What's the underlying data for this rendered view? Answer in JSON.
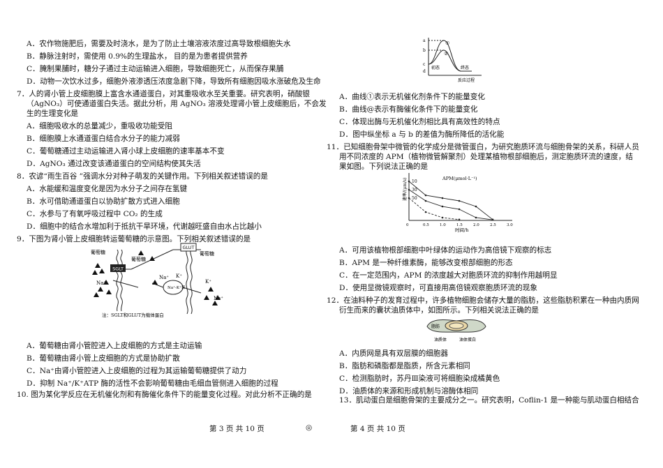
{
  "left": {
    "q6_options": [
      "A．农作物施肥后，需要及时浇水，是为了防止土壤溶液浓度过高导致根细胞失水",
      "B．静脉注射时，需使用 0.9%的生理盐水， 目的是为患者提供营养",
      "C．腌制果脯时，糖分子通过主动运输进入细胞，导致细胞死亡，从而保存果脯",
      "D．动物一次饮水过多，细胞外液渗透压浓度急剧下降，导致所有细胞因吸水涨破危及生命"
    ],
    "q7_stem": [
      "7．人的肾小管上皮细胞膜上富含水通道蛋白，对其重吸收水至关重要。研究表明，硝酸银",
      "（AgNO₃）可使通道蛋白失活。据此分析，用 AgNO₃ 溶液处理肾小管上皮细胞后，不会发",
      "生的生理变化是"
    ],
    "q7_options": [
      "A．细胞吸收水的总量减少，重吸收功能受阻",
      "B．细胞膜上水通道蛋白结合水分子的能力减弱",
      "C．葡萄糖通过主动运输进入肾小球上皮细胞的速率基本不变",
      "D．AgNO₃ 通过改变该通道蛋白的空间结构使其失活"
    ],
    "q8_stem": "8．农谚“雨生百谷 ”强调水分对种子萌发的关键作用。下列相关叙述错误的是",
    "q8_options": [
      "A．水能缓和温度变化是因为水分子之间存在氢键",
      "B．水可借助通道蛋白以协助扩散方式进入细胞",
      "C．水参与了有氧呼吸过程中 CO₂ 的生成",
      "D．细胞中的结合水增加利于抵抗干旱环境，代谢越旺盛自由水占比越小"
    ],
    "q9_stem": "9．下图为肾小管上皮细胞转运葡萄糖的示意图。下列相关叙述错误的是",
    "q9_figure": {
      "glucose_left": "葡萄糖",
      "glucose_mid": "葡萄糖",
      "glucose_right": "葡萄糖",
      "sglt": "SGLT",
      "glut": "GLUT",
      "na": "Na⁺",
      "k": "K⁺",
      "pump": "Na⁺-K⁺泵",
      "note": "注：SGLT和GLUT为载体蛋白"
    },
    "q9_options": [
      "A．葡萄糖由肾小管腔进入上皮细胞的方式是主动运输",
      "B．葡萄糖由肾小管上皮细胞的方式是协助扩散",
      "C．Na⁺由肾小管腔进入上皮细胞的过程为其运输葡萄糖提供了动力",
      "D．抑制 Na⁺/K⁺ATP 酶的活性不会影响葡萄糖由毛细血管侧进入细胞的过程"
    ],
    "q10_stem": "10. 图为某化学反应在无机催化剂和有酶催化条件下的能量变化过程。对此分析不正确的是"
  },
  "right": {
    "q10_figure": {
      "ylabel": "能量",
      "curve1": "①",
      "curve2": "②",
      "a": "a",
      "b": "b",
      "c": "c",
      "d": "d",
      "initial": "初态",
      "final": "终态",
      "xlabel": "反应过程"
    },
    "q10_options": [
      "A．曲线①表示无机催化剂条件下的能量变化",
      "B．曲线@表示有酶催化条件下的能量变化",
      "C．体现出酶与无机催化剂相比具有高效性的特点",
      "D．图中纵坐标 a 与 b 的差值为酶所降低的活化能"
    ],
    "q11_stem": [
      "11．已知细胞骨架中微管的化学成分是微管蛋白，为研究胞质环流与细胞骨架的关系，科研人员",
      "用不同浓度的 APM（植物微管解聚剂）处理某植物根部细胞后，测定胞质环流的速度，结",
      "果如图。下列说法正确的是"
    ],
    "q11_options": [
      "A．可用该植物根部细胞中叶绿体的运动作为高倍镜下观察的标志",
      "B．APM 是一种纤维素酶，能够改变根部细胞的形态",
      "C．在一定范围内，APM 的浓度越大对胞质环流的抑制作用越明显",
      "D．使用显微镜观察时，可直接用高倍镜观察胞质环流的现象"
    ],
    "q12_stem": [
      "12．在油料种子的发育过程中，许多植物细胞会储存大量的脂肪，这些脂肪积累在一种由内质网",
      "衍生而来的囊状油质体中，如图所示。下列相关说法正确的是"
    ],
    "q12_figure": {
      "fat": "脂肪",
      "oil_body": "油质体",
      "oleosin": "油体蛋白"
    },
    "q12_options": [
      "A．内质网是具有双层膜的细胞器",
      "B．脂肪和磷脂都是脂质，所含元素相同",
      "C．检测脂肪时，苏丹Ⅲ染液可将细胞染成橘黄色",
      "D．油质体的来源和形成机制与溶酶体相同"
    ],
    "q13_stem": "13．肌动蛋白是细胞骨架的主要成分之一。研究表明，Coflin-1 是一种能与肌动蛋白相结合"
  },
  "chart_data": {
    "type": "line",
    "title": "APM(μmol·L⁻¹)",
    "xlabel": "时间/h",
    "ylabel": "速率/(μm/s)",
    "x_ticks": [
      "0",
      "0.5",
      "1.0",
      "1.5",
      "2.0",
      "2.5",
      "3.0"
    ],
    "series": [
      {
        "name": "10",
        "x": [
          0,
          0.5,
          1.0,
          1.5,
          2.0,
          2.5
        ],
        "y": [
          14,
          9,
          8,
          7,
          5,
          0.3
        ]
      },
      {
        "name": "30",
        "x": [
          0,
          0.5,
          1.0,
          1.5,
          2.0,
          2.5
        ],
        "y": [
          11,
          7,
          5,
          4,
          1,
          0.2
        ]
      },
      {
        "name": "50",
        "x": [
          0,
          0.5,
          1.0,
          1.5
        ],
        "y": [
          8,
          3,
          1,
          0.3
        ]
      }
    ],
    "xlim": [
      0,
      3.0
    ],
    "ylim": [
      0,
      16
    ]
  },
  "footer": {
    "left": "第 3 页 共 10 页",
    "center": "◎",
    "right": "第 4 页 共 10 页"
  }
}
